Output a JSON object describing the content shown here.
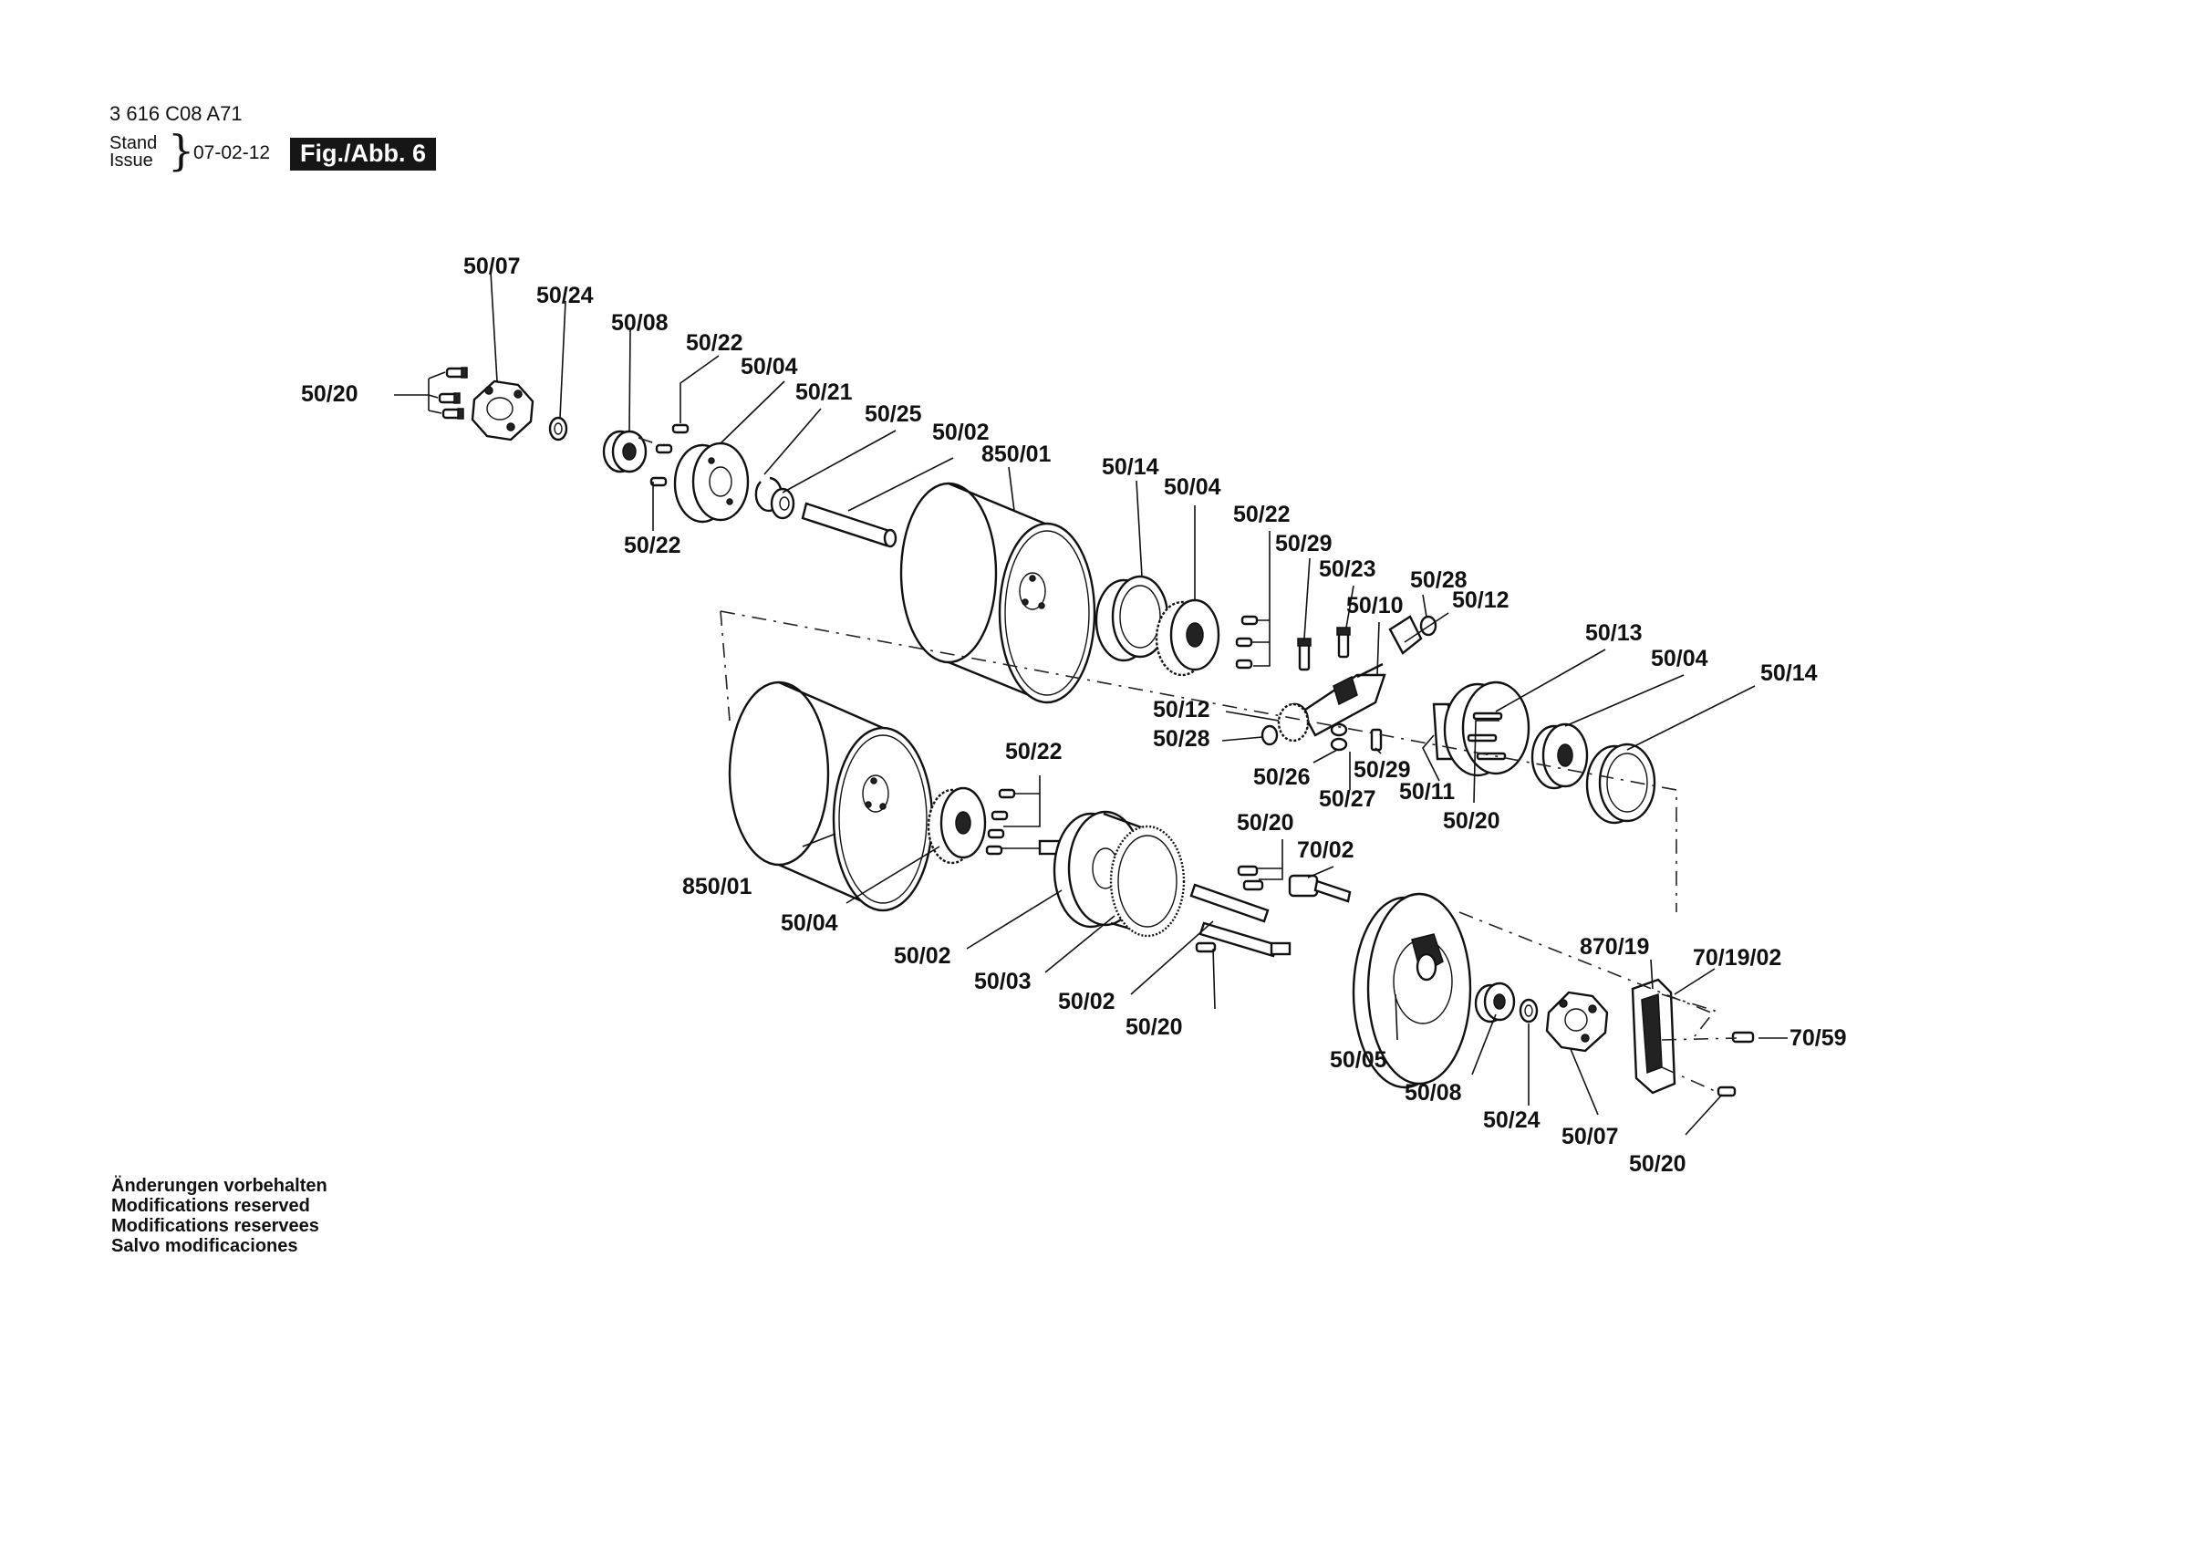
{
  "header": {
    "doc_number": "3 616 C08 A71",
    "stand_label": "Stand",
    "issue_label": "Issue",
    "date": "07-02-12",
    "figure_label": "Fig./Abb. 6"
  },
  "notes": [
    "Änderungen vorbehalten",
    "Modifications reserved",
    "Modifications reservees",
    "Salvo modificaciones"
  ],
  "labels": {
    "l01": "50/07",
    "l02": "50/24",
    "l03": "50/08",
    "l04": "50/22",
    "l05": "50/04",
    "l06": "50/21",
    "l07": "50/25",
    "l08": "50/02",
    "l09": "850/01",
    "l10": "50/20",
    "l11": "50/22",
    "l12": "50/14",
    "l13": "50/04",
    "l14": "50/22",
    "l15": "50/29",
    "l16": "50/23",
    "l17": "50/28",
    "l18": "50/10",
    "l19": "50/12",
    "l20": "50/13",
    "l21": "50/04",
    "l22": "50/14",
    "l23": "50/12",
    "l24": "50/28",
    "l25": "50/26",
    "l26": "50/29",
    "l27": "50/27",
    "l28": "50/11",
    "l29": "50/20",
    "l30": "50/22",
    "l31": "850/01",
    "l32": "50/04",
    "l33": "50/20",
    "l34": "70/02",
    "l35": "50/02",
    "l36": "50/03",
    "l37": "50/02",
    "l38": "50/20",
    "l39": "870/19",
    "l40": "70/19/02",
    "l41": "70/59",
    "l42": "50/05",
    "l43": "50/08",
    "l44": "50/24",
    "l45": "50/07",
    "l46": "50/20"
  }
}
